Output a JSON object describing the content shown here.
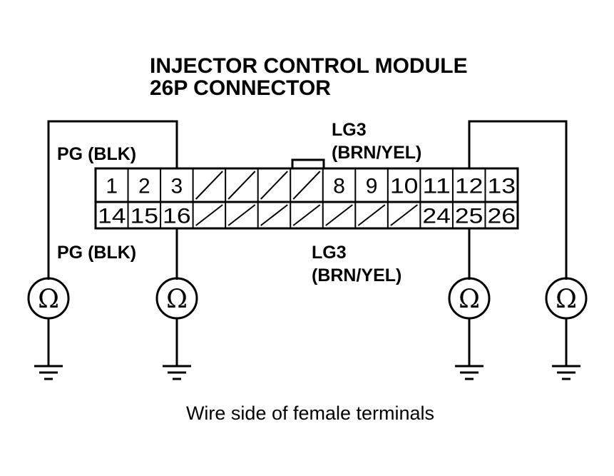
{
  "title_line1": "INJECTOR CONTROL MODULE",
  "title_line2": "26P CONNECTOR",
  "labels": {
    "pg_top": "PG (BLK)",
    "pg_bottom": "PG (BLK)",
    "lg3_top_line1": "LG3",
    "lg3_top_line2": "(BRN/YEL)",
    "lg3_bottom_line1": "LG3",
    "lg3_bottom_line2": "(BRN/YEL)"
  },
  "connector": {
    "top_row": [
      "1",
      "2",
      "3",
      "",
      "",
      "",
      "",
      "8",
      "9",
      "10",
      "11",
      "12",
      "13"
    ],
    "bottom_row": [
      "14",
      "15",
      "16",
      "",
      "",
      "",
      "",
      "",
      "",
      "",
      "24",
      "25",
      "26"
    ]
  },
  "meter_symbol": "Ω",
  "caption": "Wire side of female terminals"
}
